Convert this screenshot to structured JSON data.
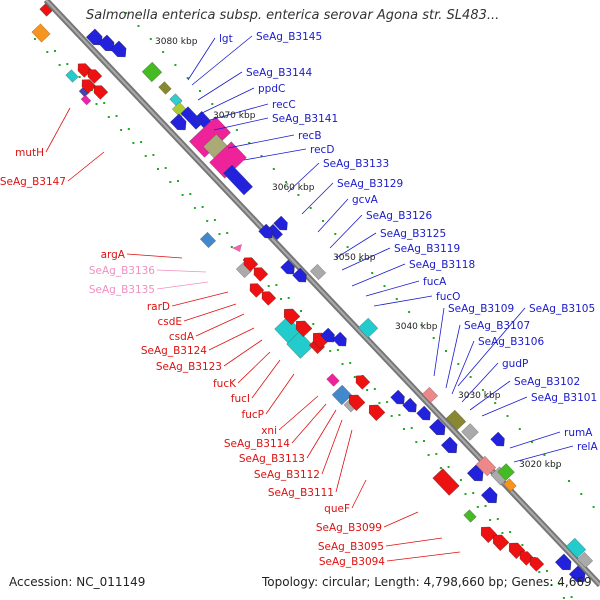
{
  "title": "Salmonella enterica subsp. enterica serovar Agona str. SL483...",
  "footer": {
    "accession": "Accession: NC_011149",
    "topology": "Topology: circular; Length: 4,798,660 bp; Genes: 4,669"
  },
  "colors": {
    "forward_strand_label": "#1a1acc",
    "reverse_strand_label": "#dd1111",
    "rna_label": "#f090c0",
    "backbone": "#777777",
    "tick_dots": "#22aa22"
  },
  "kbp_ticks": [
    "3080 kbp",
    "3070 kbp",
    "3060 kbp",
    "3050 kbp",
    "3040 kbp",
    "3030 kbp",
    "3020 kbp"
  ],
  "right_labels": [
    "lgt",
    "SeAg_B3145",
    "SeAg_B3144",
    "ppdC",
    "recC",
    "SeAg_B3141",
    "recB",
    "recD",
    "SeAg_B3133",
    "SeAg_B3129",
    "gcvA",
    "SeAg_B3126",
    "SeAg_B3125",
    "SeAg_B3119",
    "SeAg_B3118",
    "fucA",
    "fucO",
    "SeAg_B3109",
    "SeAg_B3105",
    "SeAg_B3107",
    "SeAg_B3106",
    "gudP",
    "SeAg_B3102",
    "SeAg_B3101",
    "rumA",
    "relA"
  ],
  "left_labels": [
    "mutH",
    "SeAg_B3147",
    "argA",
    "rarD",
    "csdE",
    "csdA",
    "SeAg_B3124",
    "SeAg_B3123",
    "fucK",
    "fucI",
    "fucP",
    "xni",
    "SeAg_B3114",
    "SeAg_B3113",
    "SeAg_B3112",
    "SeAg_B3111",
    "queF",
    "SeAg_B3099",
    "SeAg_B3095",
    "SeAg_B3094"
  ],
  "rna_labels": [
    "SeAg_B3136",
    "SeAg_B3135"
  ]
}
